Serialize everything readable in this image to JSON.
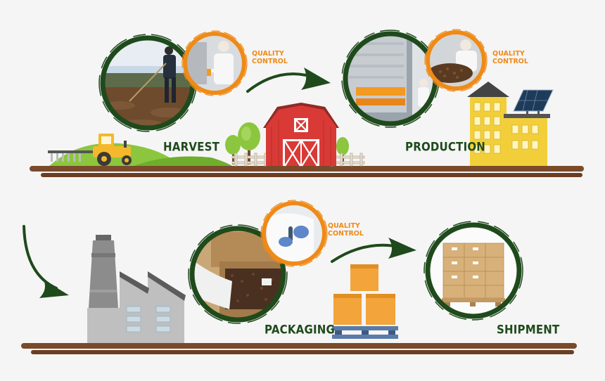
{
  "stages": {
    "harvest": "HARVEST",
    "production": "PRODUCTION",
    "packaging": "PACKAGING",
    "shipment": "SHIPMENT"
  },
  "quality_control": {
    "line1": "QUALITY",
    "line2": "CONTROL"
  },
  "colors": {
    "ground": "#7a4a2a",
    "ring_green": "#1f4a1c",
    "ring_orange": "#ef8a17",
    "arrow_green": "#1f4a1c",
    "label_green": "#1f4a1c",
    "barn_red": "#d93a36",
    "building_yellow": "#f2cf3a",
    "factory_gray": "#bfbfbf",
    "box_orange": "#f3a43a",
    "tractor_yellow": "#f5b82a"
  },
  "icons": [
    "tractor-icon",
    "barn-icon",
    "tree-icon",
    "fence-icon",
    "building-icon",
    "solar-panel-icon",
    "factory-icon",
    "box-stack-icon",
    "pallet-icon",
    "arrow-icon"
  ]
}
